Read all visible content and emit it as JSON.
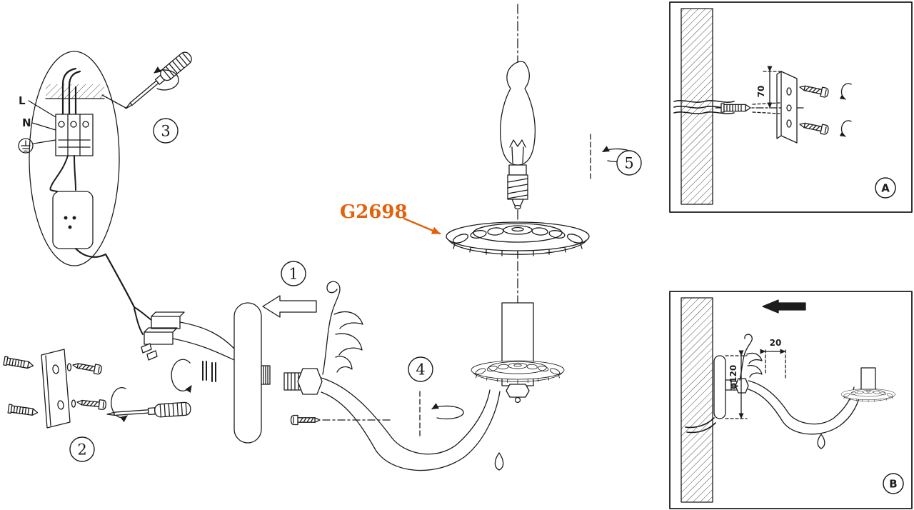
{
  "colors": {
    "accent_orange": "#e4610c",
    "ink": "#1c1c1c",
    "background": "#ffffff"
  },
  "part": {
    "code": "G2698"
  },
  "wiring": {
    "line": "L",
    "neutral": "N"
  },
  "steps": {
    "step1": "1",
    "step2": "2",
    "step3": "3",
    "step4": "4",
    "step5": "5"
  },
  "insets": {
    "a": "A",
    "b": "B"
  },
  "dimensions": {
    "wall_offset": "70",
    "plate_diameter": "φ120",
    "plate_depth": "20"
  },
  "icons": {
    "ground": "earth-ground-icon",
    "screwdriver": "screwdriver-icon",
    "rotation": "rotation-arrow-icon",
    "direction": "direction-arrow-icon"
  }
}
